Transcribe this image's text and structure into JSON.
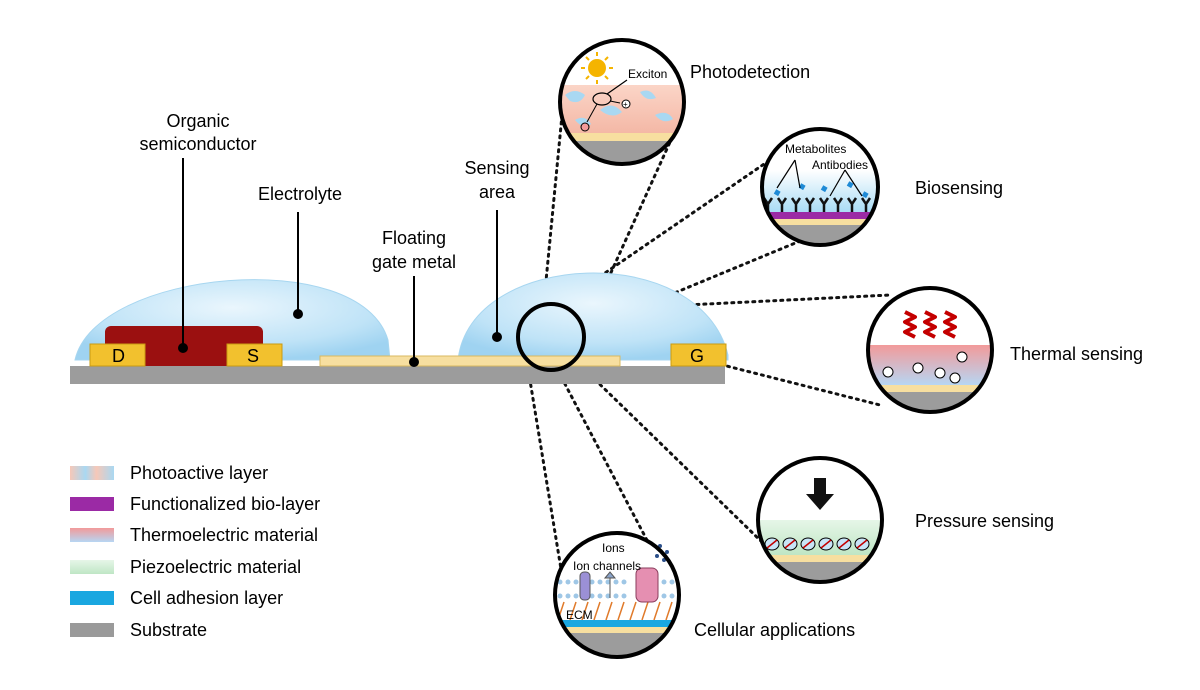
{
  "labels": {
    "organic": "Organic",
    "semiconductor": "semiconductor",
    "electrolyte": "Electrolyte",
    "sensing1": "Sensing",
    "sensing2": "area",
    "floating1": "Floating",
    "floating2": "gate metal",
    "drain": "D",
    "source": "S",
    "gate": "G"
  },
  "applications": {
    "photodetection": "Photodetection",
    "biosensing": "Biosensing",
    "thermal": "Thermal sensing",
    "pressure": "Pressure sensing",
    "cellular": "Cellular applications"
  },
  "insets": {
    "exciton": "Exciton",
    "metabolites": "Metabolites",
    "antibodies": "Antibodies",
    "ions": "Ions",
    "ion_channels": "Ion channels",
    "ecm": "ECM"
  },
  "legend": [
    {
      "label": "Photoactive layer",
      "color": "#f6c8b8",
      "color2": "#a9d8f2"
    },
    {
      "label": "Functionalized bio-layer",
      "color": "#9b2aa5",
      "color2": "#9b2aa5"
    },
    {
      "label": "Thermoelectric material",
      "color": "#f29a9a",
      "color2": "#b7d6f3"
    },
    {
      "label": "Piezoelectric material",
      "color": "#c9ebcf",
      "color2": "#c9ebcf"
    },
    {
      "label": "Cell adhesion layer",
      "color": "#1aa7e0",
      "color2": "#1aa7e0"
    },
    {
      "label": "Substrate",
      "color": "#9a9a9a",
      "color2": "#9a9a9a"
    }
  ]
}
